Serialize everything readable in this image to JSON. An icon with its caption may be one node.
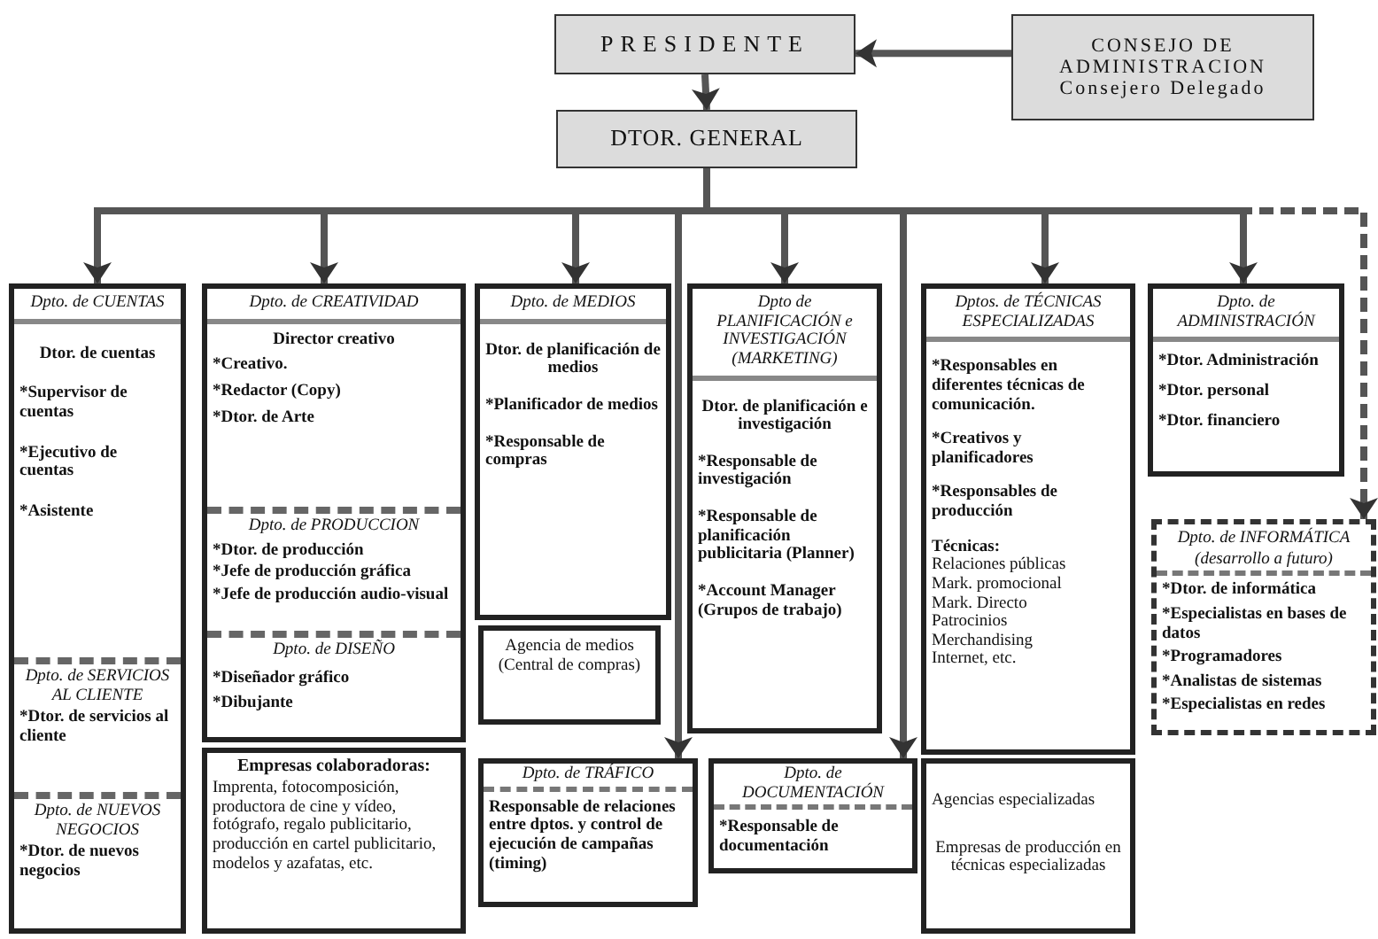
{
  "diagram": {
    "nodes": [
      {
        "text": [
          "PRESIDENTE"
        ]
      },
      {
        "text": [
          "CONSEJO DE ADMINISTRACION",
          "Consejero Delegado"
        ]
      },
      {
        "text": [
          "DTOR. GENERAL"
        ]
      },
      {
        "text": [
          "Dpto. de CUENTAS",
          "Dtor. de cuentas",
          "*Supervisor de cuentas",
          "*Ejecutivo de cuentas",
          "*Asistente"
        ]
      },
      {
        "text": [
          "Dpto. de SERVICIOS AL CLIENTE",
          "*Dtor. de servicios al cliente"
        ],
        "in": 3
      },
      {
        "text": [
          "Dpto. de NUEVOS NEGOCIOS",
          "*Dtor. de nuevos negocios"
        ],
        "in": 3
      },
      {
        "text": [
          "Dpto. de CREATIVIDAD",
          "Director creativo",
          "*Creativo.",
          "*Redactor (Copy)",
          "*Dtor. de Arte"
        ]
      },
      {
        "text": [
          "Dpto. de PRODUCCION",
          "*Dtor. de producción",
          "*Jefe de producción gráfica",
          "*Jefe de producción audio-visual"
        ],
        "in": 6
      },
      {
        "text": [
          "Dpto. de DISEÑO",
          "*Diseñador gráfico",
          "*Dibujante"
        ],
        "in": 6
      },
      {
        "text": [
          "Empresas colaboradoras:",
          "Imprenta, fotocomposición, productora de cine y vídeo, fotógrafo, regalo publicitario, producción en cartel publicitario, modelos y azafatas, etc."
        ]
      },
      {
        "text": [
          "Dpto. de MEDIOS",
          "Dtor. de planificación de medios",
          "*Planificador de medios",
          "*Responsable de compras"
        ]
      },
      {
        "text": [
          "Agencia de medios (Central de compras)"
        ]
      },
      {
        "text": [
          "Dpto de PLANIFICACIÓN e INVESTIGACIÓN (MARKETING)",
          "Dtor. de planificación e investigación",
          "*Responsable de investigación",
          "*Responsable de planificación publicitaria (Planner)",
          "*Account Manager (Grupos de trabajo)"
        ]
      },
      {
        "text": [
          "Dptos. de TÉCNICAS ESPECIALIZADAS",
          "*Responsables en diferentes técnicas de comunicación.",
          "*Creativos y planificadores",
          "*Responsables de producción",
          "Técnicas:",
          "Relaciones públicas",
          "Mark. promocional",
          "Mark. Directo",
          "Patrocinios",
          "Merchandising",
          "Internet, etc."
        ]
      },
      {
        "text": [
          "Agencias especializadas",
          "Empresas de producción en técnicas especializadas"
        ]
      },
      {
        "text": [
          "Dpto. de ADMINISTRACIÓN",
          "*Dtor. Administración",
          "*Dtor. personal",
          "*Dtor. financiero"
        ]
      },
      {
        "text": [
          "Dpto. de TRÁFICO",
          "Responsable de relaciones entre dptos. y control de ejecución de campañas (timing)"
        ]
      },
      {
        "text": [
          "Dpto. de DOCUMENTACIÓN",
          "*Responsable de documentación"
        ]
      },
      {
        "text": [
          "Dpto. de INFORMÁTICA",
          "(desarrollo a futuro)",
          "*Dtor. de informática",
          "*Especialistas en bases de datos",
          "*Programadores",
          "*Analistas de sistemas",
          "*Especialistas en redes"
        ]
      }
    ],
    "edges": [
      {
        "from": 1,
        "to": 0,
        "arrow": "to"
      },
      {
        "from": 0,
        "to": 2,
        "arrow": "to"
      },
      {
        "from": 2,
        "to": 3,
        "arrow": "to"
      },
      {
        "from": 2,
        "to": 6,
        "arrow": "to"
      },
      {
        "from": 2,
        "to": 10,
        "arrow": "to"
      },
      {
        "from": 2,
        "to": 16,
        "arrow": "to"
      },
      {
        "from": 2,
        "to": 12,
        "arrow": "to"
      },
      {
        "from": 2,
        "to": 17,
        "arrow": "to"
      },
      {
        "from": 2,
        "to": 13,
        "arrow": "to"
      },
      {
        "from": 2,
        "to": 15,
        "arrow": "to"
      },
      {
        "from": 2,
        "to": 18,
        "arrow": "to",
        "style": "dashed"
      }
    ]
  }
}
